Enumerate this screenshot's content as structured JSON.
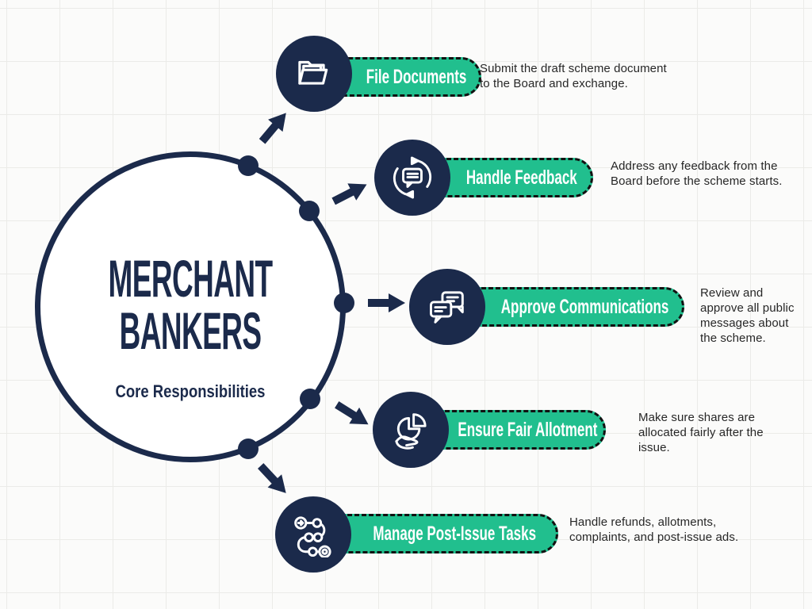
{
  "title": {
    "line1": "MERCHANT",
    "line2": "BANKERS",
    "subtitle": "Core Responsibilities"
  },
  "colors": {
    "navy": "#1b2a4b",
    "green": "#21bf8e",
    "dash_border": "#111111",
    "description_text": "#272727",
    "background": "#fbfbfa",
    "grid_line": "#ebebe8",
    "label_text": "#ffffff"
  },
  "items": [
    {
      "label": "File Documents",
      "icon": "folder-icon",
      "description_lines": [
        "Submit the draft scheme document",
        "to the Board and exchange."
      ]
    },
    {
      "label": "Handle Feedback",
      "icon": "feedback-cycle-icon",
      "description_lines": [
        "Address any feedback from the",
        "Board before the scheme starts."
      ]
    },
    {
      "label": "Approve Communications",
      "icon": "chat-bubbles-icon",
      "description_lines": [
        "Review and",
        "approve all public",
        "messages about",
        "the scheme."
      ]
    },
    {
      "label": "Ensure Fair Allotment",
      "icon": "pie-chart-hand-icon",
      "description_lines": [
        "Make sure shares are",
        "allocated fairly after the",
        "issue."
      ]
    },
    {
      "label": "Manage Post-Issue Tasks",
      "icon": "process-path-icon",
      "description_lines": [
        "Handle refunds, allotments,",
        "complaints, and post-issue ads."
      ]
    }
  ]
}
